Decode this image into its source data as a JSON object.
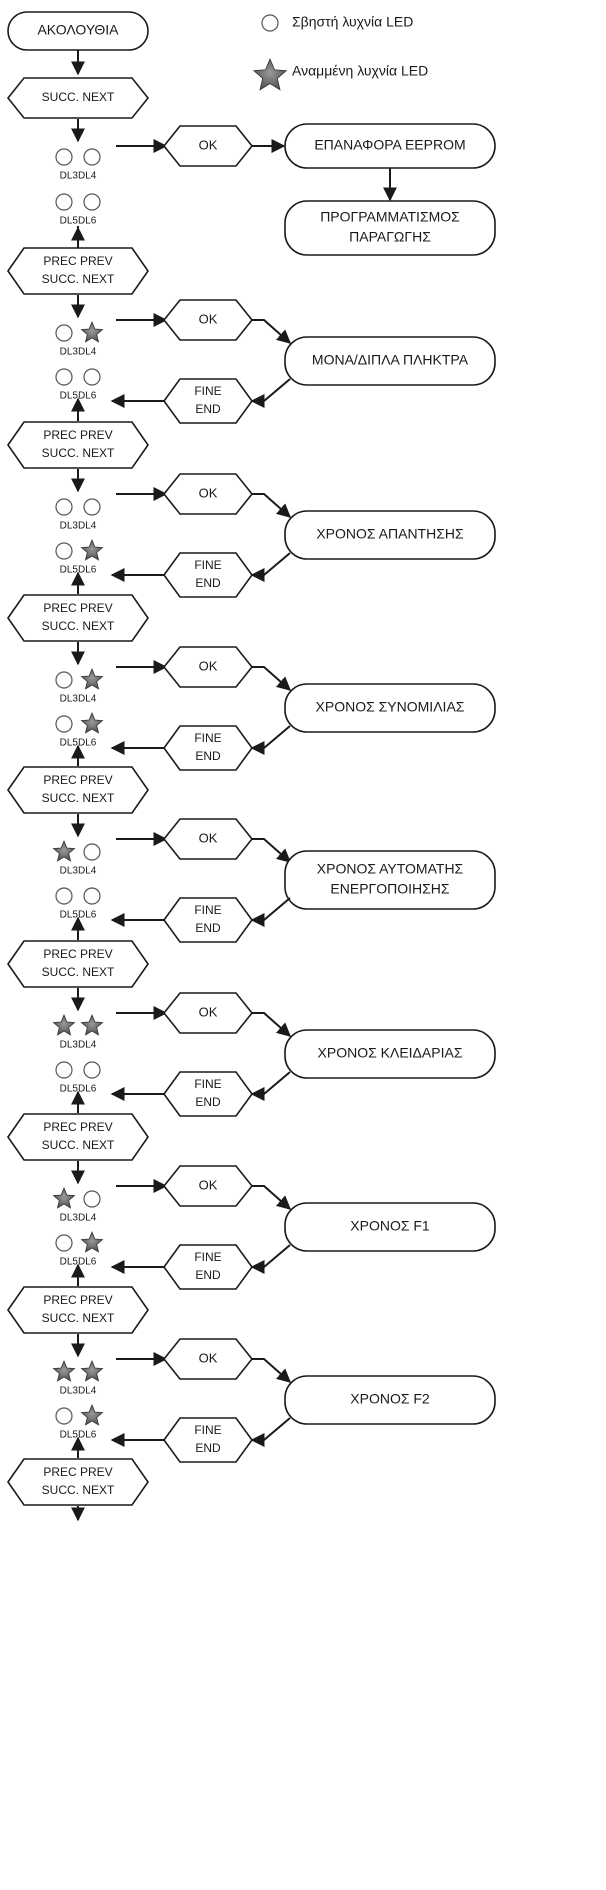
{
  "title": "ΑΚΟΛΟΥΘΙΑ",
  "legend": {
    "off_label": "Σβηστή λυχνία LED",
    "on_label": "Αναμμένη λυχνία LED"
  },
  "start_button": "SUCC. NEXT",
  "nav": {
    "line1": "PREC PREV",
    "line2": "SUCC. NEXT"
  },
  "led_labels": {
    "top": "DL3DL4",
    "bottom": "DL5DL6"
  },
  "ok_label": "OK",
  "fine": {
    "line1": "FINE",
    "line2": "END"
  },
  "steps": [
    {
      "leds": {
        "dl3": "off",
        "dl4": "off",
        "dl5": "off",
        "dl6": "off"
      },
      "function": [
        "ΕΠΑΝΑΦΟΡΑ EEPROM"
      ],
      "next_function": [
        "ΠΡΟΓΡΑΜΜΑΤΙΣΜΟΣ",
        "ΠΑΡΑΓΩΓΗΣ"
      ]
    },
    {
      "leds": {
        "dl3": "off",
        "dl4": "on",
        "dl5": "off",
        "dl6": "off"
      },
      "function": [
        "ΜΟΝΑ/ΔΙΠΛΑ ΠΛΗΚΤΡΑ"
      ]
    },
    {
      "leds": {
        "dl3": "off",
        "dl4": "off",
        "dl5": "off",
        "dl6": "on"
      },
      "function": [
        "ΧΡΟΝΟΣ ΑΠΑΝΤΗΣΗΣ"
      ]
    },
    {
      "leds": {
        "dl3": "off",
        "dl4": "on",
        "dl5": "off",
        "dl6": "on"
      },
      "function": [
        "ΧΡΟΝΟΣ ΣΥΝΟΜΙΛΙΑΣ"
      ]
    },
    {
      "leds": {
        "dl3": "on",
        "dl4": "off",
        "dl5": "off",
        "dl6": "off"
      },
      "function": [
        "ΧΡΟΝΟΣ ΑΥΤΟΜΑΤΗΣ",
        "ΕΝΕΡΓΟΠΟΙΗΣΗΣ"
      ]
    },
    {
      "leds": {
        "dl3": "on",
        "dl4": "on",
        "dl5": "off",
        "dl6": "off"
      },
      "function": [
        "ΧΡΟΝΟΣ ΚΛΕΙΔΑΡΙΑΣ"
      ]
    },
    {
      "leds": {
        "dl3": "on",
        "dl4": "off",
        "dl5": "off",
        "dl6": "on"
      },
      "function": [
        "ΧΡΟΝΟΣ F1"
      ]
    },
    {
      "leds": {
        "dl3": "on",
        "dl4": "on",
        "dl5": "off",
        "dl6": "on"
      },
      "function": [
        "ΧΡΟΝΟΣ F2"
      ]
    }
  ],
  "colors": {
    "stroke": "#1a1a1a",
    "led_on_fill": "#6e6e6e",
    "led_off_fill": "#ffffff"
  }
}
